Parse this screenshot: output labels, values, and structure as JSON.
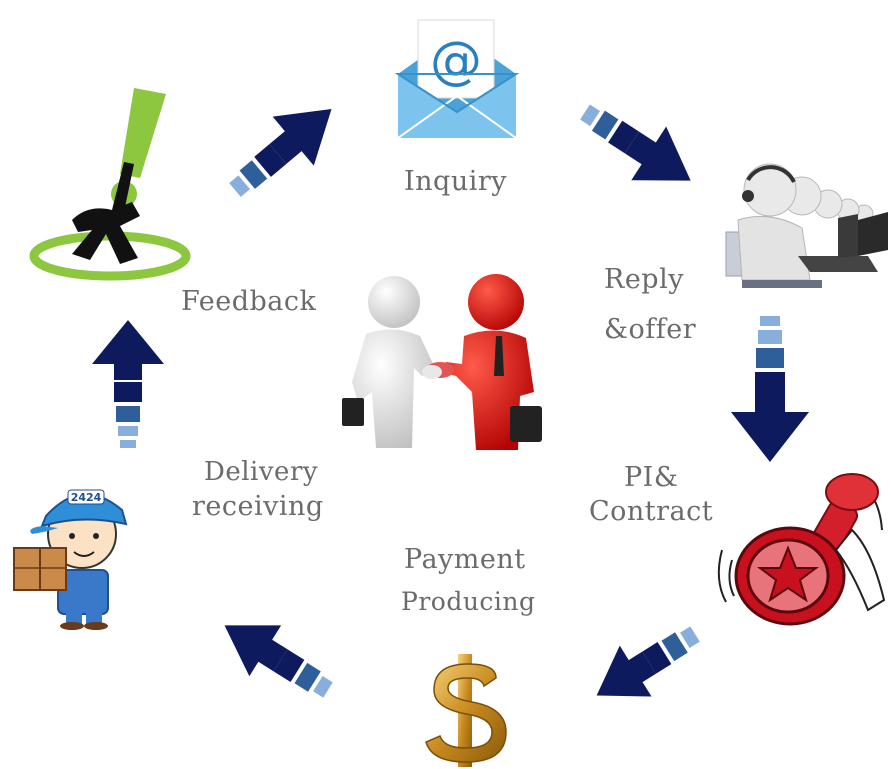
{
  "stages": {
    "inquiry": "Inquiry",
    "reply_line1": "Reply",
    "reply_line2": "&offer",
    "pi_line1": "PI&",
    "pi_line2": "Contract",
    "payment": "Payment",
    "producing": "Producing",
    "delivery_line1": "Delivery",
    "delivery_line2": "receiving",
    "feedback": "Feedback"
  },
  "icons": {
    "inquiry": "email-envelope-icon",
    "reply": "call-center-agents-icon",
    "contract": "stamp-icon",
    "payment": "dollar-sign-icon",
    "delivery": "delivery-man-icon",
    "feedback": "exclamation-person-icon",
    "center": "handshake-icon",
    "envelope_symbol": "@",
    "cap_number": "2424"
  },
  "colors": {
    "arrow_dark": "#0d1a5e",
    "arrow_mid": "#2f5f9a",
    "arrow_light": "#88aedb",
    "label_text": "#6b6b6b",
    "feedback_green": "#8dc63f",
    "handshake_red": "#d40000"
  }
}
